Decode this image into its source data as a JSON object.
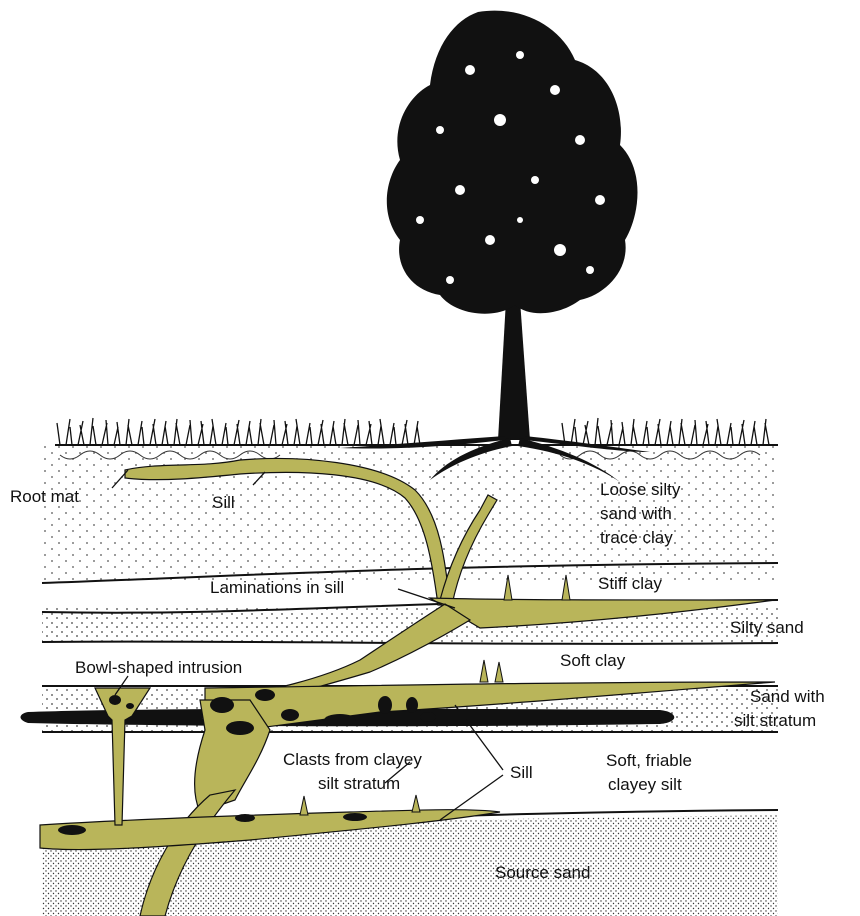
{
  "labels": {
    "root_mat": "Root mat",
    "sill_top": "Sill",
    "loose_silty_sand": [
      "Loose silty",
      "sand with",
      "trace clay"
    ],
    "laminations": "Laminations in sill",
    "stiff_clay": "Stiff clay",
    "silty_sand": "Silty sand",
    "bowl_intrusion": "Bowl-shaped intrusion",
    "soft_clay": "Soft clay",
    "sand_silt_stratum": [
      "Sand with",
      "silt stratum"
    ],
    "clasts": [
      "Clasts from clayey",
      "silt stratum"
    ],
    "sill_lower": "Sill",
    "soft_friable": [
      "Soft, friable",
      "clayey silt"
    ],
    "source_sand": "Source sand"
  },
  "colors": {
    "intrusion": "#b9b55a",
    "ink": "#111111",
    "sand_dots": "#555555"
  },
  "icons": [
    "tree-icon",
    "grass-icon"
  ]
}
